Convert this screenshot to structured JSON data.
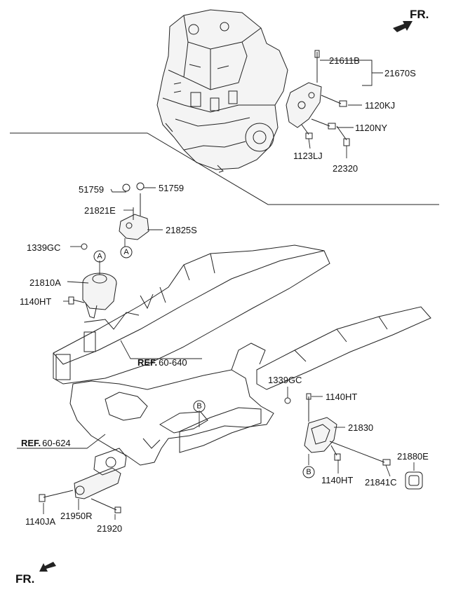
{
  "direction_marks": {
    "top_label": "FR.",
    "bottom_label": "FR."
  },
  "references": [
    {
      "prefix": "REF.",
      "code": "60-640"
    },
    {
      "prefix": "REF.",
      "code": "60-624"
    }
  ],
  "callouts": [
    "A",
    "A",
    "B",
    "B"
  ],
  "parts": {
    "p21611B": "21611B",
    "p21670S": "21670S",
    "p1120KJ": "1120KJ",
    "p1120NY": "1120NY",
    "p1123LJ": "1123LJ",
    "p22320": "22320",
    "p51759a": "51759",
    "p51759b": "51759",
    "p21821E": "21821E",
    "p21825S": "21825S",
    "p1339GCa": "1339GC",
    "p21810A": "21810A",
    "p1140HTa": "1140HT",
    "p1339GCb": "1339GC",
    "p1140HTb": "1140HT",
    "p21830": "21830",
    "p21880E": "21880E",
    "p1140HTc": "1140HT",
    "p21841C": "21841C",
    "p1140JA": "1140JA",
    "p21950R": "21950R",
    "p21920": "21920"
  }
}
